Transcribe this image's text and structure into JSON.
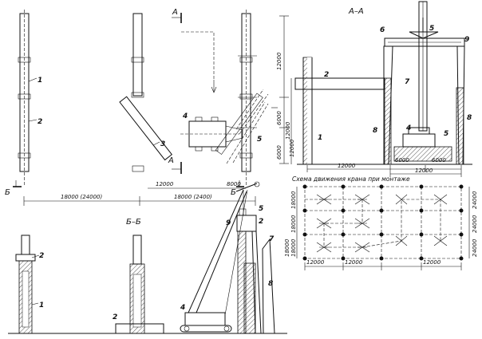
{
  "section_titles": {
    "aa": "А–А",
    "bb": "Б–Б",
    "arrow_a": "А",
    "arrow_b": "Б"
  },
  "scheme_caption": "Схема движения крана при монтаже",
  "callouts": {
    "c1": "1",
    "c2": "2",
    "c3": "3",
    "c4": "4",
    "c5": "5",
    "c6": "6",
    "c7": "7",
    "c8": "8",
    "c9": "9"
  },
  "dimensions": {
    "span_left": "18000 (24000)",
    "span_mid": "18000 (2400)",
    "plan_12000": "12000",
    "plan_8000": "8000",
    "plan_v_12000": "12000",
    "plan_v_6000a": "6000",
    "plan_v_6000b": "6000",
    "plan_v_12000b": "12000",
    "aa_12000": "12000",
    "aa_6000a": "6000",
    "aa_6000b": "6000",
    "aa_12000b": "12000",
    "aa_v_12000": "12000",
    "sch_h1": "12000",
    "sch_h2": "12000",
    "sch_h3": "12000",
    "sch_v1": "18000",
    "sch_v2": "18000",
    "sch_v3": "18000",
    "sch_v4": "18000",
    "sch_r1": "24000",
    "sch_r2": "24000",
    "sch_r3": "24000"
  }
}
